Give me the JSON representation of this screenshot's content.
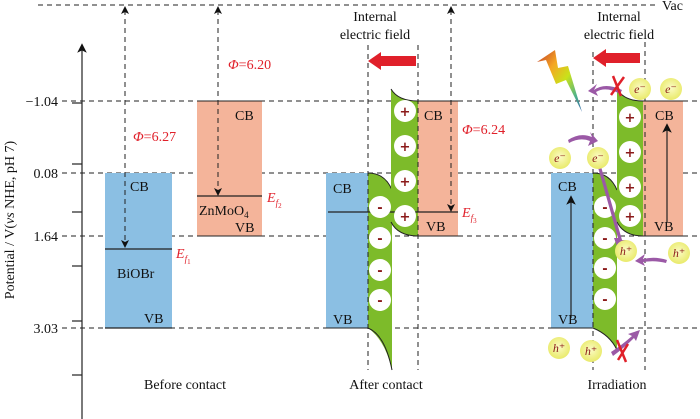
{
  "axis": {
    "ylabel": "Potential / V(vs NHE, pH 7)",
    "vac_label": "Vac",
    "ticks": [
      {
        "label": "−1.04",
        "value": -1.04
      },
      {
        "label": "0.08",
        "value": 0.08
      },
      {
        "label": "1.64",
        "value": 1.64
      },
      {
        "label": "3.03",
        "value": 3.03
      }
    ]
  },
  "panels": {
    "before": {
      "caption": "Before contact",
      "biobr": {
        "name": "BiOBr",
        "cb_label": "CB",
        "vb_label": "VB",
        "cb": 0.08,
        "vb": 3.03,
        "fermi_label": "E",
        "fermi_sub": "f1",
        "work_function": "Φ=6.27"
      },
      "znmoo4": {
        "name": "ZnMoO",
        "name_sub": "4",
        "cb_label": "CB",
        "vb_label": "VB",
        "cb": -1.04,
        "vb": 1.64,
        "fermi_label": "E",
        "fermi_sub": "f2",
        "work_function": "Φ=6.20"
      }
    },
    "after": {
      "caption": "After contact",
      "field_label_line1": "Internal",
      "field_label_line2": "electric field",
      "cb_left_label": "CB",
      "vb_left_label": "VB",
      "cb_right_label": "CB",
      "vb_right_label": "VB",
      "fermi_label": "E",
      "fermi_sub": "f3",
      "work_function": "Φ=6.24",
      "minus_sign": "-",
      "plus_sign": "+"
    },
    "irradiation": {
      "caption": "Irradiation",
      "field_label_line1": "Internal",
      "field_label_line2": "electric field",
      "cb_left_label": "CB",
      "vb_left_label": "VB",
      "cb_right_label": "CB",
      "vb_right_label": "VB",
      "electron_label": "e⁻",
      "hole_label": "h⁺",
      "minus_sign": "-",
      "plus_sign": "+"
    }
  },
  "colors": {
    "biobr": "#8bbfe3",
    "znmoo4": "#f4b49a",
    "depletion": "#7dbb2a",
    "field_arrow": "#e0202a",
    "transfer_arrow": "#9b59a6",
    "carrier": "#f3f28a"
  }
}
